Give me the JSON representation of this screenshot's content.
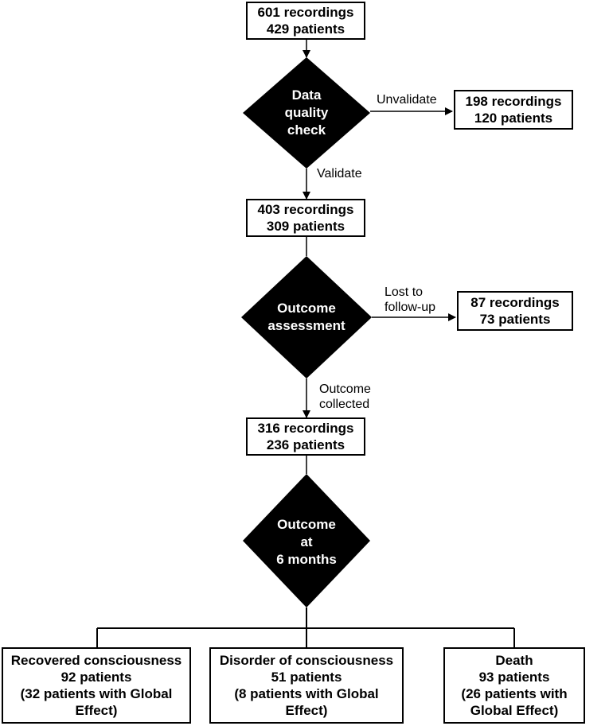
{
  "nodes": {
    "start": {
      "line1": "601 recordings",
      "line2": "429 patients"
    },
    "quality_check": {
      "line1": "Data",
      "line2": "quality",
      "line3": "check"
    },
    "excluded_quality": {
      "line1": "198 recordings",
      "line2": "120 patients"
    },
    "validated": {
      "line1": "403 recordings",
      "line2": "309 patients"
    },
    "outcome_assessment": {
      "line1": "Outcome",
      "line2": "assessment"
    },
    "lost": {
      "line1": "87 recordings",
      "line2": "73 patients"
    },
    "collected": {
      "line1": "316 recordings",
      "line2": "236 patients"
    },
    "outcome_6m": {
      "line1": "Outcome",
      "line2": "at",
      "line3": "6 months"
    },
    "recovered": {
      "line1": "Recovered consciousness",
      "line2": "92 patients",
      "line3": "(32 patients with Global",
      "line4": "Effect)"
    },
    "disorder": {
      "line1": "Disorder of consciousness",
      "line2": "51 patients",
      "line3": "(8 patients with Global",
      "line4": "Effect)"
    },
    "death": {
      "line1": "Death",
      "line2": "93 patients",
      "line3": "(26 patients with",
      "line4": "Global Effect)"
    }
  },
  "edge_labels": {
    "unvalidate": "Unvalidate",
    "validate": "Validate",
    "lost_line1": "Lost to",
    "lost_line2": "follow-up",
    "collected_line1": "Outcome",
    "collected_line2": "collected"
  }
}
